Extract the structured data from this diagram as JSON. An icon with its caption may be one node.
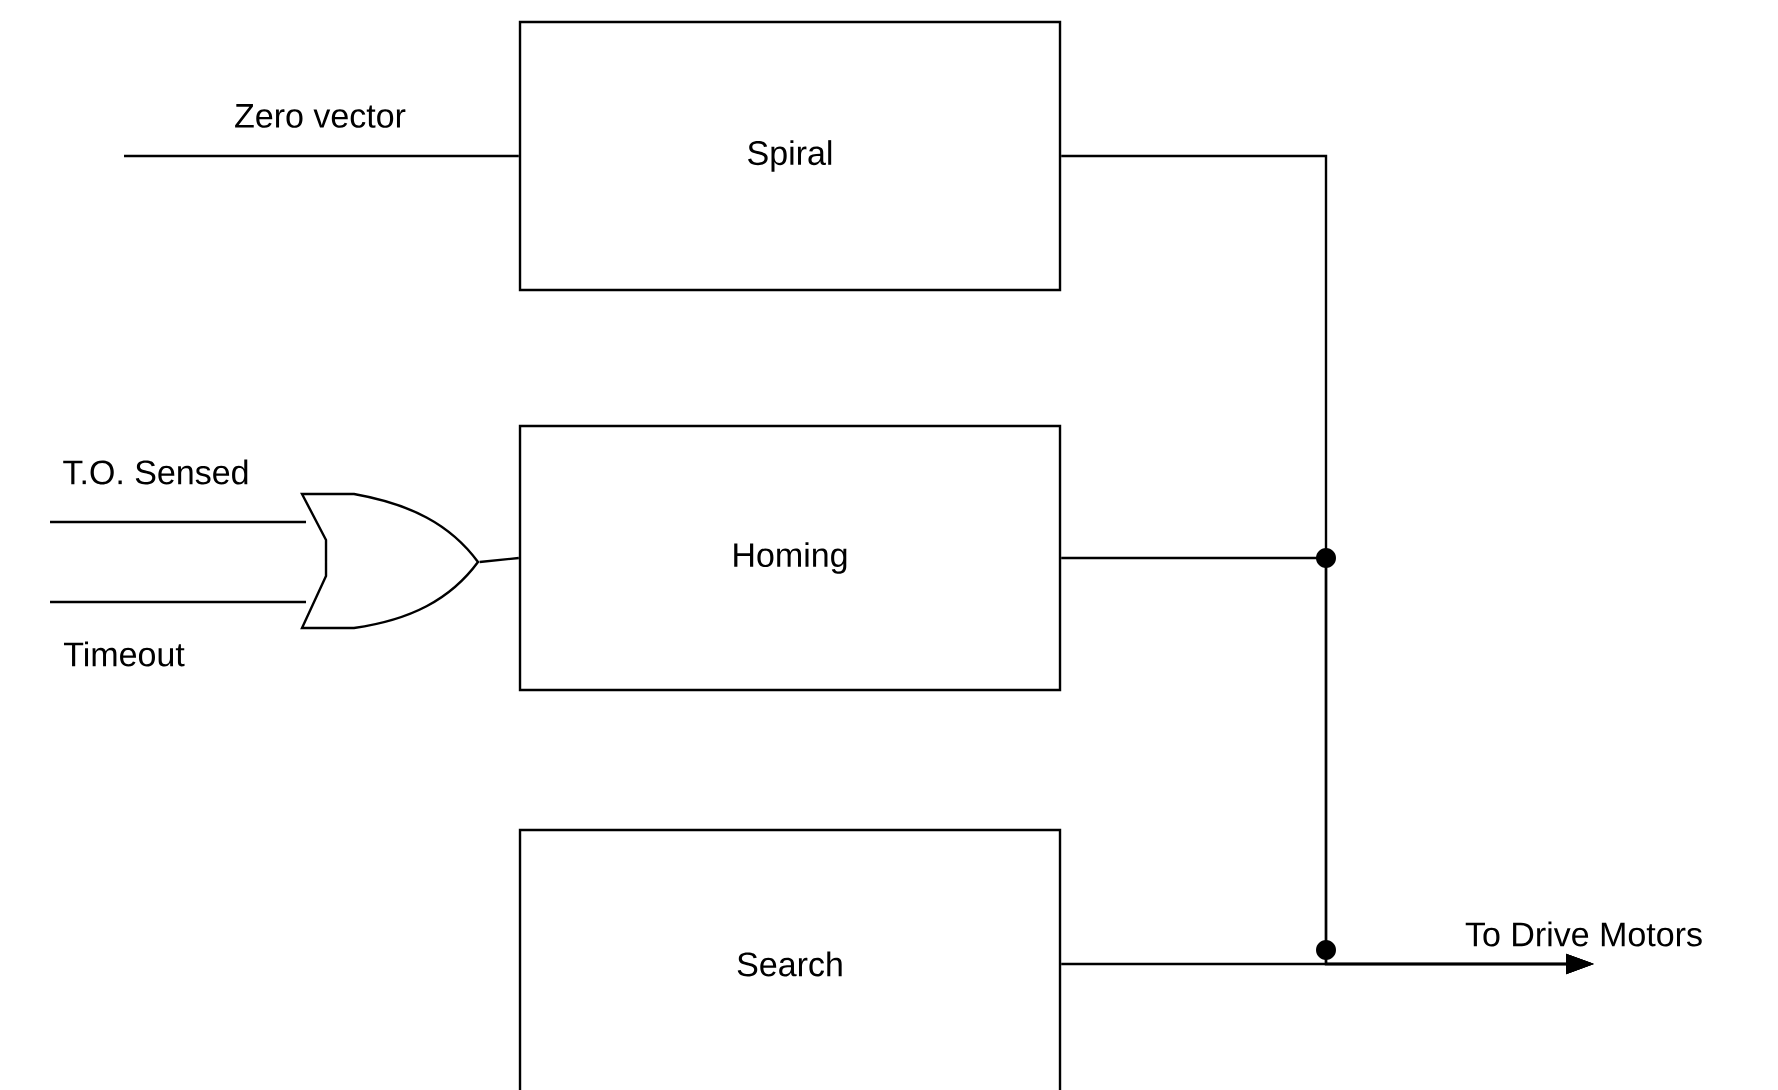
{
  "diagram": {
    "nodes": [
      {
        "text": [
          "Spiral"
        ]
      },
      {
        "text": [
          "Homing"
        ]
      },
      {
        "text": [
          "Search"
        ]
      },
      {
        "text": [],
        "shape": "gate"
      }
    ],
    "edges": [
      {
        "from": null,
        "to": 0,
        "arrow": "none",
        "label": "Zero vector"
      },
      {
        "from": null,
        "to": 3,
        "arrow": "none",
        "label": "T.O. Sensed"
      },
      {
        "from": null,
        "to": 3,
        "arrow": "none",
        "label": "Timeout"
      },
      {
        "from": 3,
        "to": 1,
        "arrow": "none"
      },
      {
        "from": 0,
        "to": null,
        "arrow": "to"
      },
      {
        "from": 1,
        "to": null,
        "arrow": "to"
      },
      {
        "from": 2,
        "to": null,
        "arrow": "to",
        "label": "To Drive Motors"
      }
    ]
  }
}
